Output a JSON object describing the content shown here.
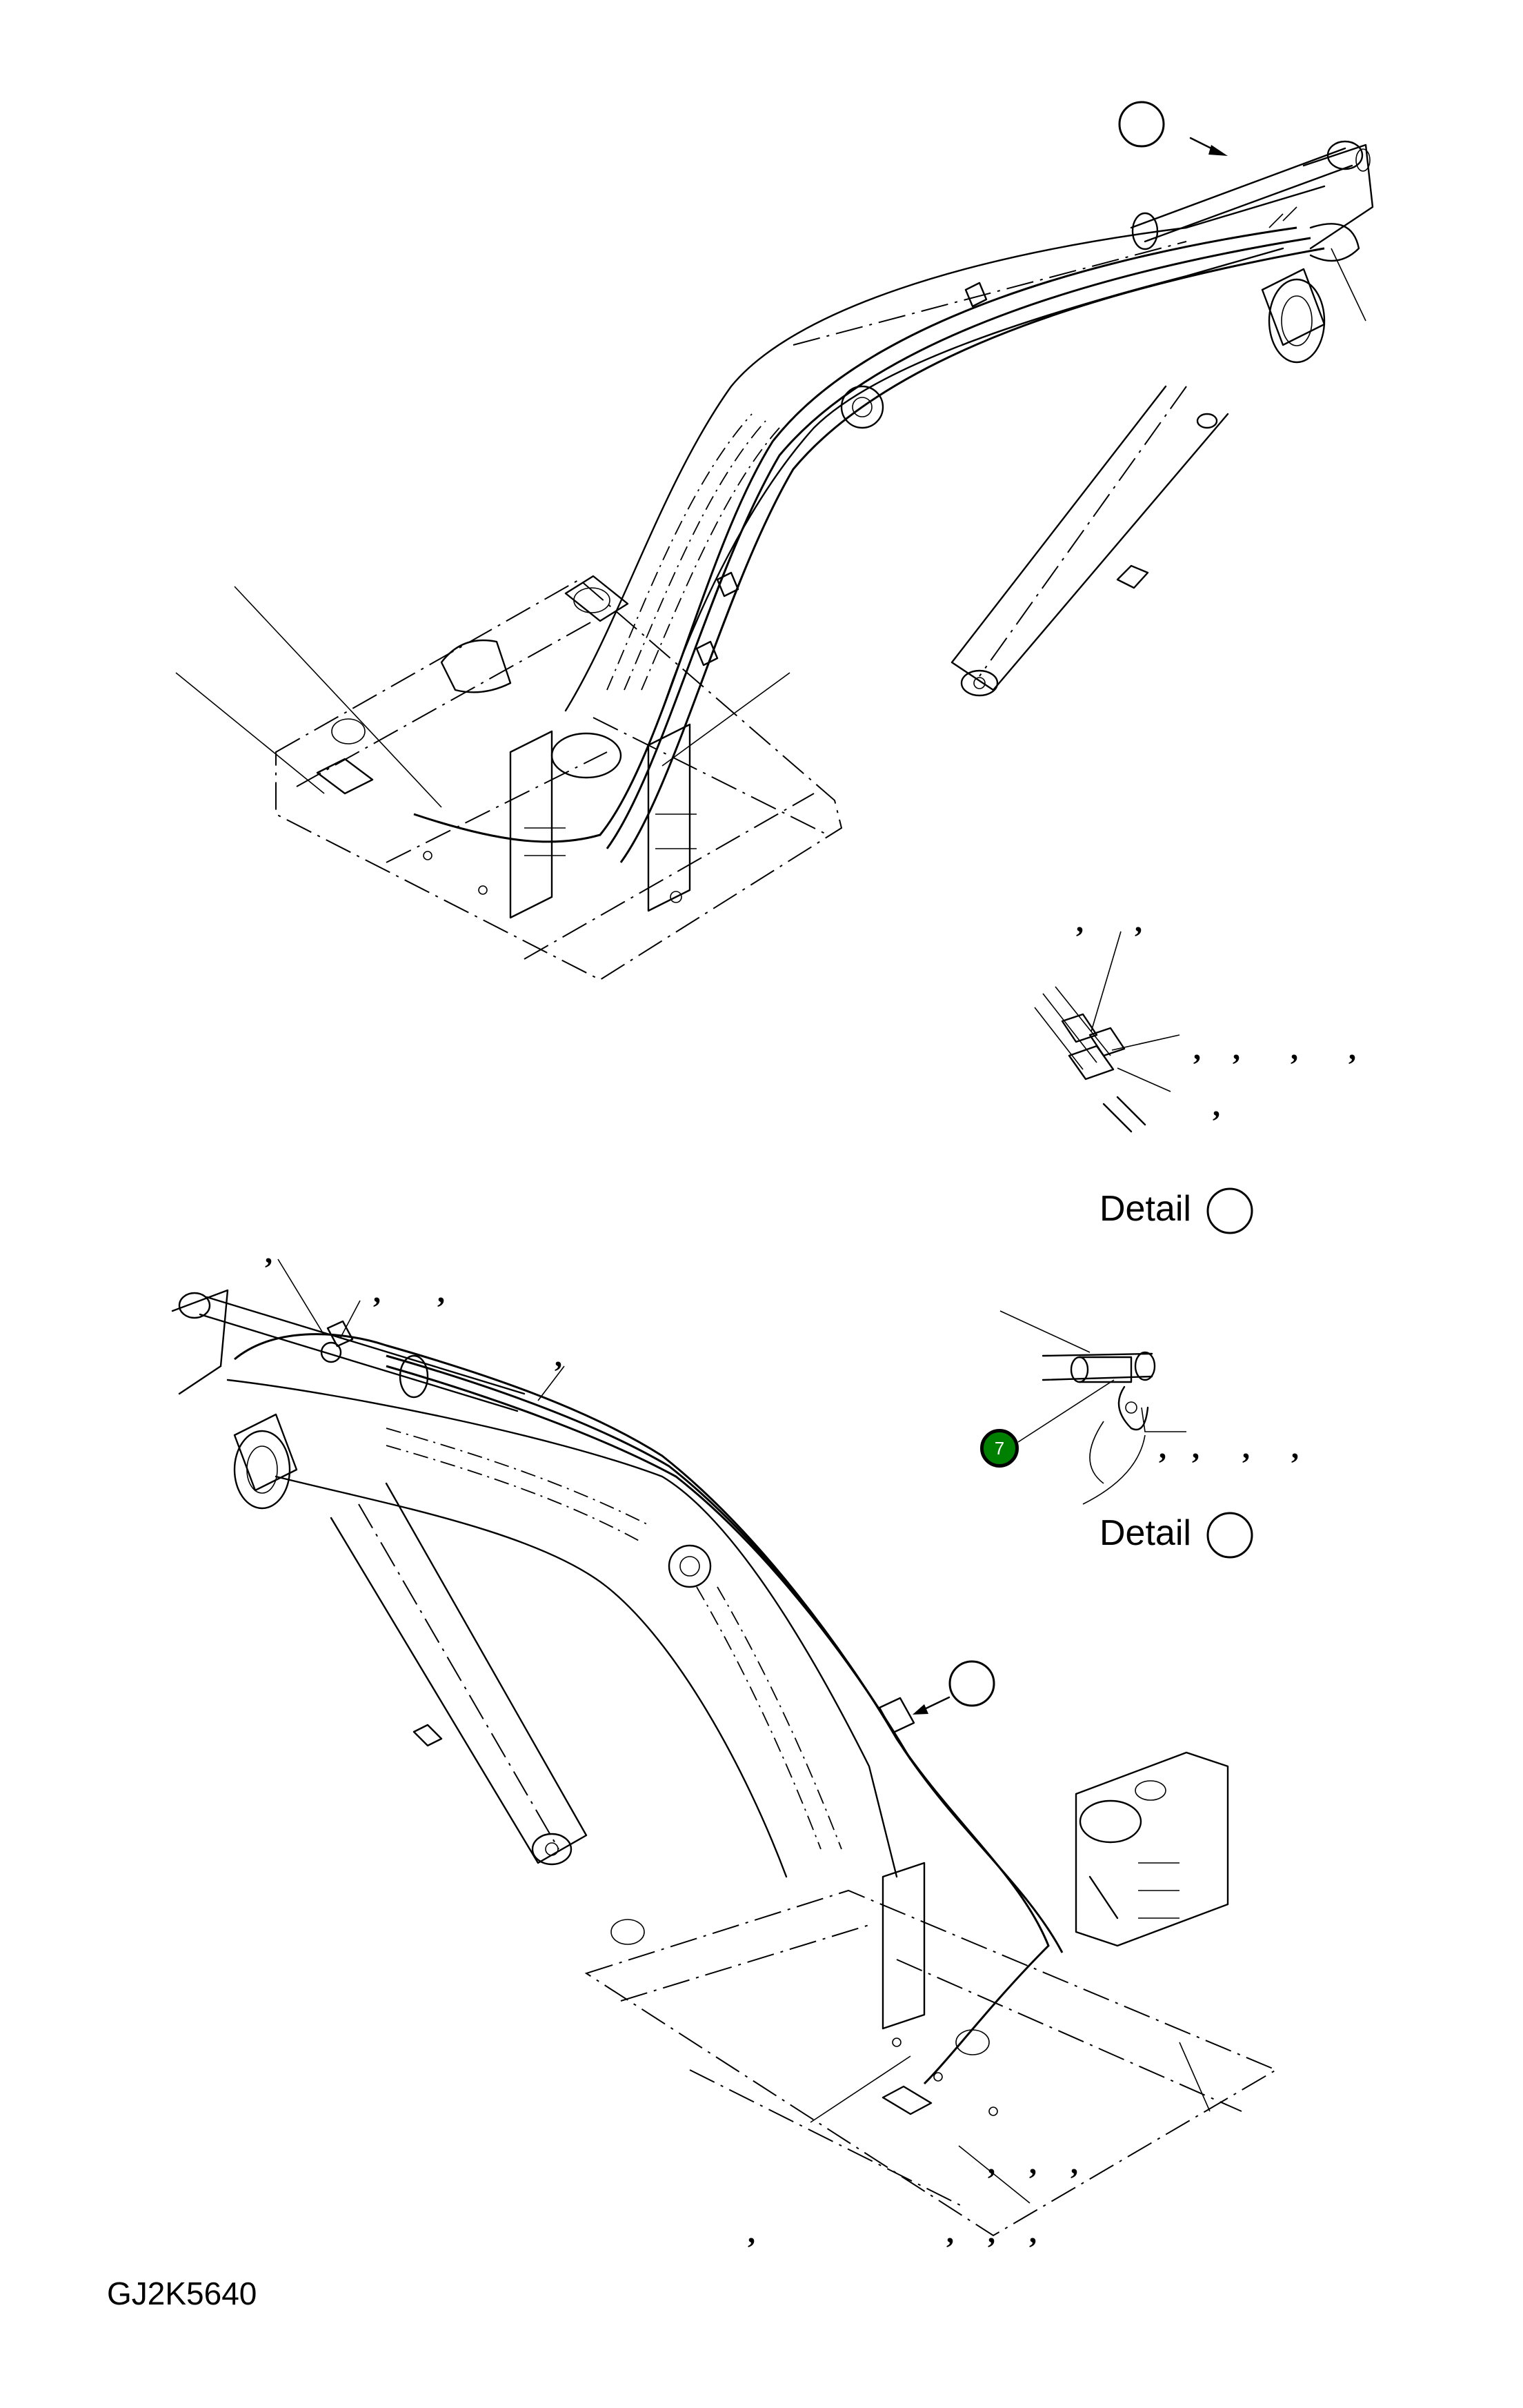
{
  "document": {
    "type": "exploded parts diagram",
    "figure_id": "GJ2K5640"
  },
  "detail_labels": [
    {
      "text": "Detail",
      "position": "upper-right"
    },
    {
      "text": "Detail",
      "position": "middle-right"
    }
  ],
  "callout_badge": {
    "number": "7",
    "color": "#008000",
    "text_color": "#ffffff"
  },
  "reference_circles": [
    {
      "name": "view-arrow-circle-top",
      "content": ""
    },
    {
      "name": "detail-circle-upper",
      "content": ""
    },
    {
      "name": "detail-circle-middle",
      "content": ""
    },
    {
      "name": "view-arrow-circle-bottom",
      "content": ""
    }
  ],
  "callout_separators": {
    "glyph": ",",
    "groups": [
      {
        "area": "upper-detail-top",
        "count": 2
      },
      {
        "area": "upper-detail-right",
        "count": 4
      },
      {
        "area": "upper-detail-bottom",
        "count": 1
      },
      {
        "area": "lower-detail-right",
        "count": 4
      },
      {
        "area": "lower-boom-top-left",
        "count": 4
      },
      {
        "area": "lower-frame-right",
        "count": 3
      },
      {
        "area": "lower-frame-bottom",
        "count": 4
      }
    ]
  },
  "colors": {
    "line": "#000000",
    "background": "#ffffff",
    "badge": "#008000"
  }
}
